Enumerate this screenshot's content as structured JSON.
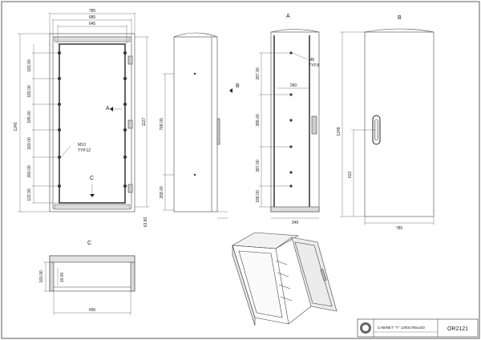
{
  "views": {
    "front": {
      "dims_top": [
        "785",
        "685",
        "645"
      ],
      "dims_left": [
        "183.00",
        "183.00",
        "185.00",
        "183.00",
        "260.00",
        "122.00"
      ],
      "overall_height": "1245",
      "inner_height": "1127",
      "callout_bolt": "M10",
      "callout_typ": "TYP.12",
      "label_a": "A",
      "label_c": "C"
    },
    "side": {
      "dim_upper": "768.00",
      "dim_lower": "268.00",
      "dim_base": "63.80",
      "label_b": "B"
    },
    "section_a": {
      "title": "A",
      "callout_bolt": "M8",
      "callout_typ": "TYP.8",
      "dim_top": "287.00",
      "dim_width_inner": "260",
      "dim_mid": "386.00",
      "dim_lower": "387.00",
      "dim_bottom": "158.00",
      "dim_depth": "349"
    },
    "back_b": {
      "title": "B",
      "dim_height": "1249",
      "dim_handle": "622",
      "dim_width": "785"
    },
    "section_c": {
      "title": "C",
      "dim_left": "160.00",
      "dim_small": "15.00",
      "dim_width": "490"
    }
  },
  "title_block": {
    "description": "CABINET \"Y\" 1250x785x320",
    "code": "OR2121"
  }
}
